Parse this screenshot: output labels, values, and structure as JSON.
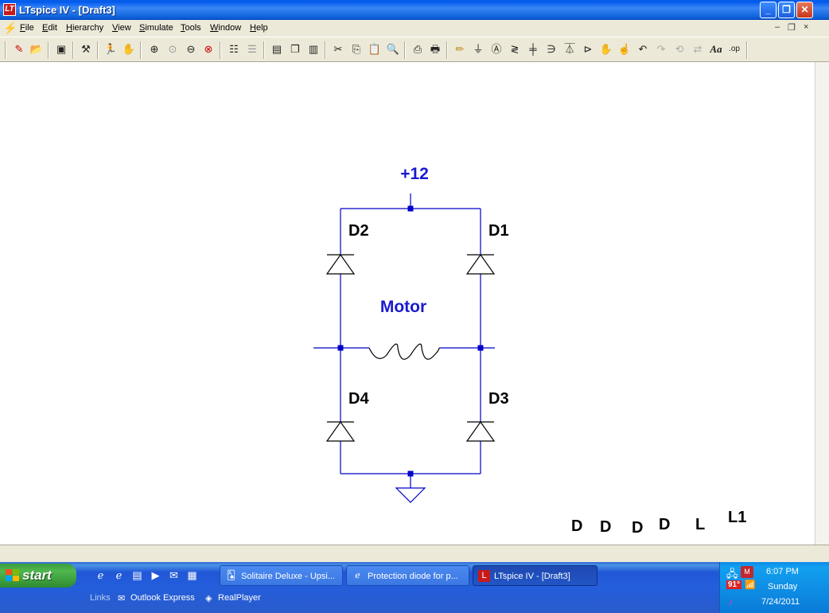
{
  "window": {
    "title": "LTspice IV - [Draft3]",
    "icon": "ltspice-icon",
    "min_glyph": "_",
    "max_glyph": "❐",
    "close_glyph": "✕"
  },
  "menubar": {
    "items": [
      "File",
      "Edit",
      "Hierarchy",
      "View",
      "Simulate",
      "Tools",
      "Window",
      "Help"
    ],
    "mdi_min": "–",
    "mdi_restore": "❐",
    "mdi_close": "×"
  },
  "toolbar": {
    "icons": [
      "new-schematic-icon",
      "open-icon",
      "save-icon",
      "control-panel-icon",
      "run-icon",
      "halt-icon",
      "zoom-in-icon",
      "zoom-area-icon",
      "zoom-out-icon",
      "zoom-fit-icon",
      "autorange-icon",
      "plot-settings-icon",
      "tile-horizontal-icon",
      "cascade-icon",
      "tile-vertical-icon",
      "cut-icon",
      "copy-icon",
      "paste-icon",
      "find-icon",
      "print-setup-icon",
      "print-icon",
      "draw-wire-icon",
      "ground-icon",
      "label-net-icon",
      "resistor-icon",
      "capacitor-icon",
      "inductor-icon",
      "diode-icon",
      "component-icon",
      "move-icon",
      "drag-icon",
      "undo-icon",
      "redo-icon",
      "rotate-icon",
      "mirror-icon",
      "text-icon",
      "spice-directive-icon"
    ],
    "labels": [
      "Aa",
      ".op"
    ]
  },
  "schematic": {
    "supply_label": "+12",
    "motor_label": "Motor",
    "diode_labels": [
      "D2",
      "D1",
      "D4",
      "D3"
    ],
    "stray_labels": [
      "D",
      "D",
      "D",
      "D",
      "L",
      "L1"
    ],
    "wire_color": "#0000c8"
  },
  "taskbar": {
    "start_label": "start",
    "quick_launch": [
      "ie-icon",
      "ie-alt-icon",
      "folder-icon",
      "media-player-icon",
      "outlook-icon",
      "paint-icon"
    ],
    "tasks": [
      {
        "label": "Solitaire Deluxe - Upsi...",
        "icon": "solitaire-icon"
      },
      {
        "label": "Protection diode for p...",
        "icon": "ie-icon"
      },
      {
        "label": "LTspice IV - [Draft3]",
        "icon": "ltspice-icon"
      }
    ],
    "links_label": "Links",
    "links": [
      "Outlook Express",
      "RealPlayer"
    ],
    "tray": {
      "time": "6:07 PM",
      "day": "Sunday",
      "date": "7/24/2011",
      "temp": "91°"
    }
  }
}
